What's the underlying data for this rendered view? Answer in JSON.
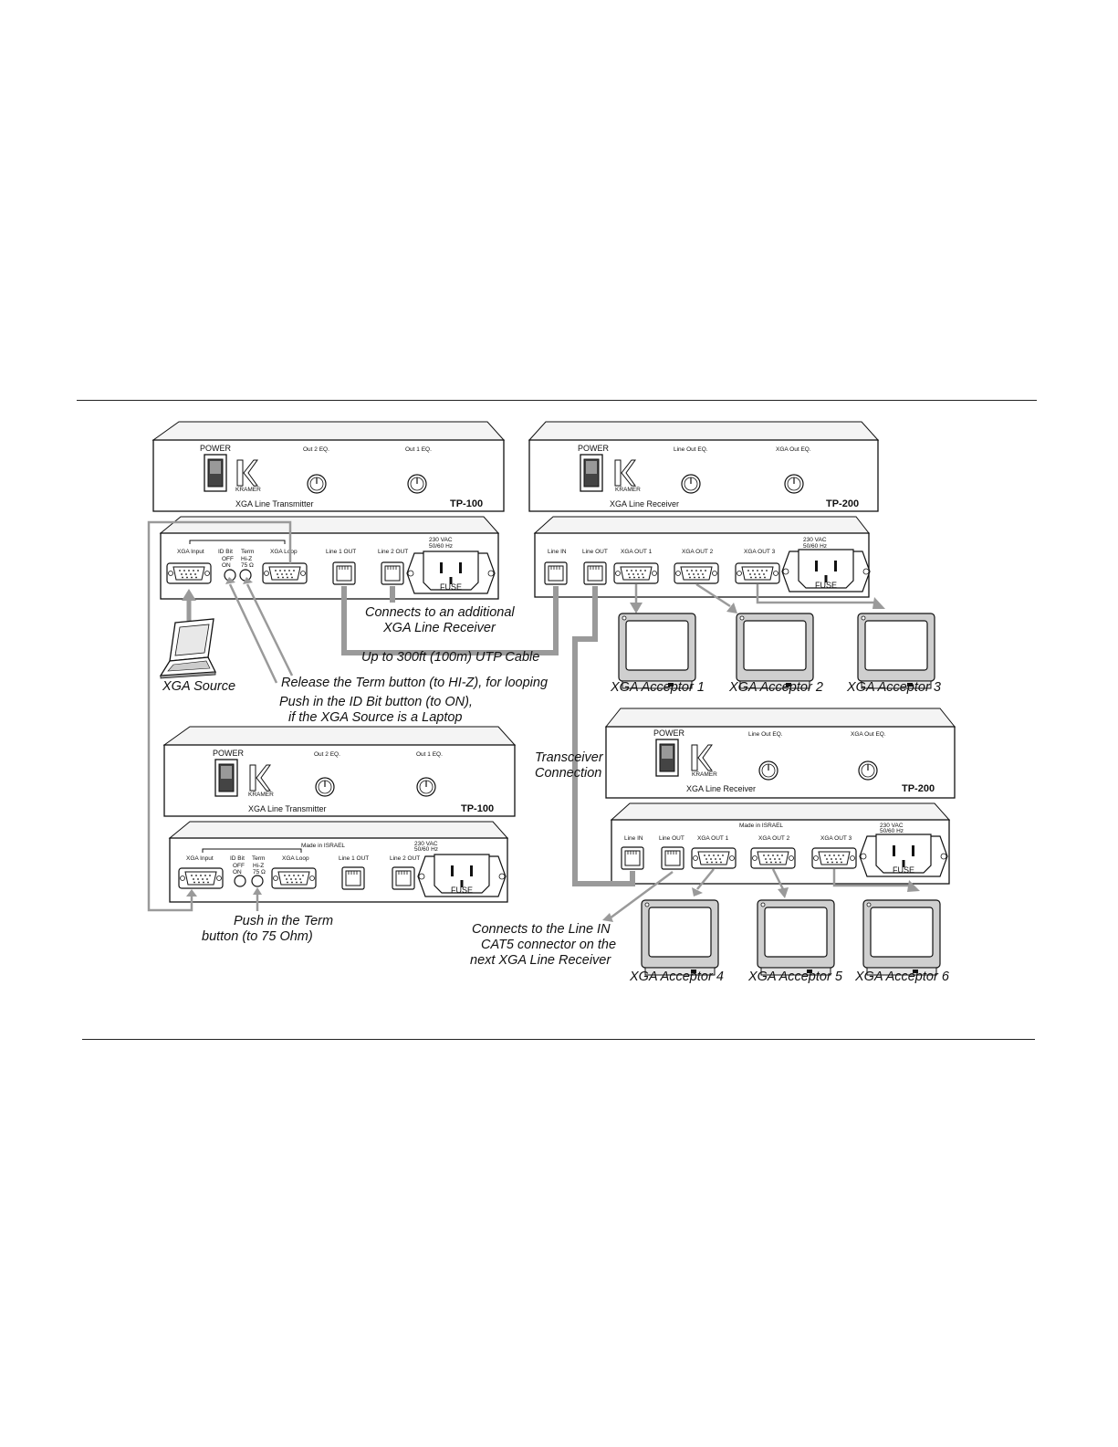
{
  "transmitter": {
    "power": "POWER",
    "brand": "KRAMER",
    "out2_eq": "Out 2 EQ.",
    "out1_eq": "Out 1 EQ.",
    "name": "XGA Line Transmitter",
    "model": "TP-100",
    "xga_input": "XGA Input",
    "id_bit": "ID Bit",
    "term": "Term",
    "off": "OFF",
    "on": "ON",
    "hiz": "Hi-Z",
    "ohm75": "75 Ω",
    "xga_loop": "XGA Loop",
    "line1_out": "Line 1 OUT",
    "line2_out": "Line 2 OUT",
    "vac": "230 VAC",
    "hz": "50/60 Hz",
    "fuse": "FUSE",
    "made_in": "Made in ISRAEL"
  },
  "receiver": {
    "power": "POWER",
    "brand": "KRAMER",
    "line_out_eq": "Line Out EQ.",
    "xga_out_eq": "XGA Out EQ.",
    "name": "XGA Line Receiver",
    "model": "TP-200",
    "line_in": "Line IN",
    "line_out": "Line OUT",
    "xga_out1": "XGA OUT 1",
    "xga_out2": "XGA OUT 2",
    "xga_out3": "XGA OUT 3",
    "vac": "230 VAC",
    "hz": "50/60 Hz",
    "fuse": "FUSE",
    "made_in": "Made in ISRAEL"
  },
  "captions": {
    "xga_source": "XGA Source",
    "additional_receiver_1": "Connects to an additional",
    "additional_receiver_2": "XGA Line Receiver",
    "utp_cable": "Up to 300ft (100m) UTP Cable",
    "release_term": "Release the Term button (to HI-Z), for looping",
    "push_id_1": "Push in the ID Bit button (to ON),",
    "push_id_2": "if the XGA Source is a Laptop",
    "transceiver_1": "Transceiver",
    "transceiver_2": "Connection",
    "push_term_1": "Push in the Term",
    "push_term_2": "button (to 75 Ohm)",
    "line_in_1": "Connects to the Line IN",
    "line_in_2": "CAT5  connector on the",
    "line_in_3": "next XGA Line Receiver"
  },
  "acceptors": [
    "XGA Acceptor 1",
    "XGA Acceptor 2",
    "XGA Acceptor 3",
    "XGA Acceptor 4",
    "XGA Acceptor 5",
    "XGA Acceptor 6"
  ]
}
